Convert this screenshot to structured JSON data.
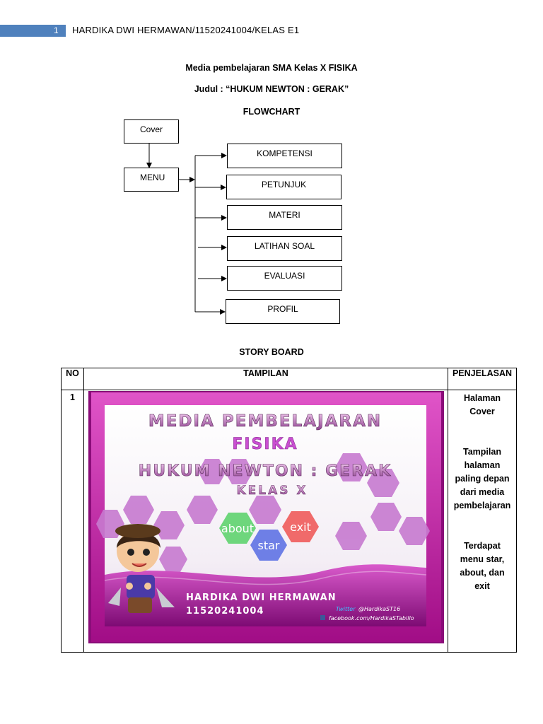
{
  "header": {
    "page_number": "1",
    "title": "HARDIKA DWI HERMAWAN/11520241004/KELAS E1"
  },
  "doc": {
    "line1": "Media pembelajaran SMA Kelas X FISIKA",
    "line2": "Judul : “HUKUM NEWTON : GERAK”",
    "flowchart_heading": "FLOWCHART",
    "storyboard_heading": "STORY BOARD"
  },
  "flowchart": {
    "cover": "Cover",
    "menu": "MENU",
    "items": [
      "KOMPETENSI",
      "PETUNJUK",
      "MATERI",
      "LATIHAN SOAL",
      "EVALUASI",
      "PROFIL"
    ]
  },
  "table": {
    "headers": {
      "no": "NO",
      "tampilan": "TAMPILAN",
      "penjelasan": "PENJELASAN"
    },
    "rows": [
      {
        "no": "1",
        "penjelasan": [
          "Halaman",
          "Cover",
          "",
          "",
          "Tampilan",
          "halaman",
          "paling depan",
          "dari media",
          "pembelajaran",
          "",
          "",
          "Terdapat",
          "menu star,",
          "about, dan",
          "exit"
        ]
      }
    ]
  },
  "cover_screen": {
    "title1": "MEDIA PEMBELAJARAN",
    "title2": "FISIKA",
    "title3": "HUKUM NEWTON : GERAK",
    "title4": "KELAS X",
    "btn_about": "about",
    "btn_exit": "exit",
    "btn_star": "star",
    "author_name": "HARDIKA DWI HERMAWAN",
    "author_id": "11520241004",
    "twitter_label": "Twitter",
    "twitter_handle": "@HardikaST16",
    "facebook": "facebook.com/HardikaSTabillo",
    "colors": {
      "frame": "#c0119c",
      "hex": "#c77ad0",
      "about": "#6ed67c",
      "exit": "#f06a6a",
      "star": "#6e7fe6",
      "wave": "#b41fa8"
    }
  }
}
